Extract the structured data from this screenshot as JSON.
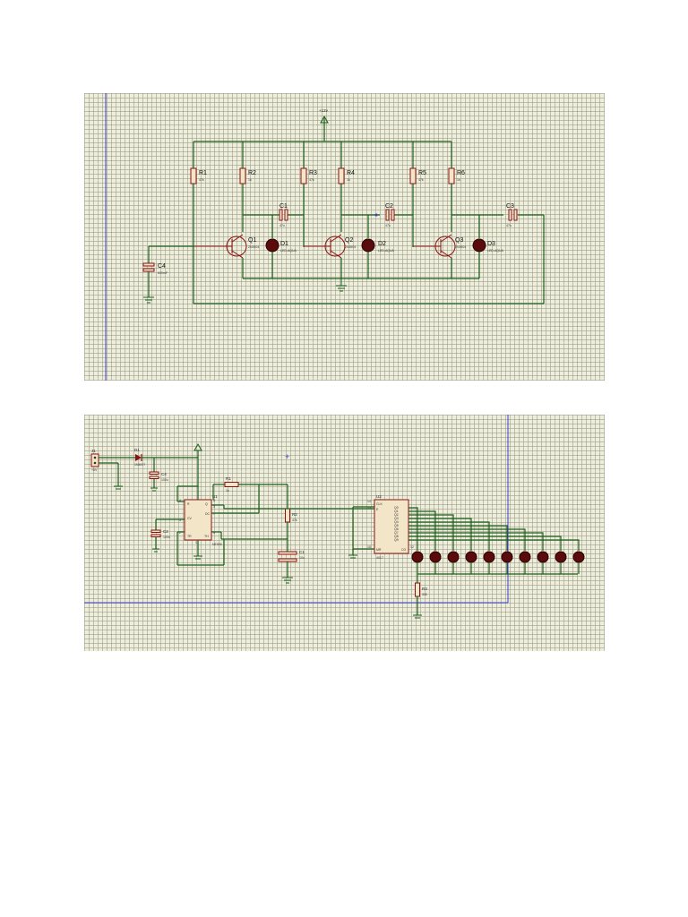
{
  "top": {
    "supply": "+12v",
    "r1": {
      "name": "R1",
      "value": "47k"
    },
    "r2": {
      "name": "R2",
      "value": "1k"
    },
    "r3": {
      "name": "R3",
      "value": "47k"
    },
    "r4": {
      "name": "R4",
      "value": "1k"
    },
    "r5": {
      "name": "R5",
      "value": "47k"
    },
    "r6": {
      "name": "R6",
      "value": "1k"
    },
    "c1": {
      "name": "C1",
      "value": "47u"
    },
    "c2": {
      "name": "C2",
      "value": "47u"
    },
    "c3": {
      "name": "C3",
      "value": "47u"
    },
    "c4": {
      "name": "C4",
      "value": "600mF"
    },
    "q1": {
      "name": "Q1",
      "part": "2N3904"
    },
    "q2": {
      "name": "Q2",
      "part": "2N3904"
    },
    "q3": {
      "name": "Q3",
      "part": "2N3904"
    },
    "d1": {
      "name": "D1",
      "part": "LED-AQUA"
    },
    "d2": {
      "name": "D2",
      "part": "LED-AQUA"
    },
    "d3": {
      "name": "D3",
      "part": "LED-AQUA"
    }
  },
  "bottom": {
    "j1": {
      "name": "J1",
      "value": "+5V"
    },
    "d1": {
      "name": "D1",
      "value": "1N4007"
    },
    "c4": {
      "name": "C4",
      "value": "100u"
    },
    "c2": {
      "name": "C2",
      "value": "100n"
    },
    "r1": {
      "name": "R1",
      "value": "1k"
    },
    "r2": {
      "name": "R2",
      "value": "47k"
    },
    "c1": {
      "name": "C1",
      "value": "10u"
    },
    "r3": {
      "name": "R3",
      "value": "330"
    },
    "u1": {
      "name": "U1",
      "part": "NE555",
      "pins": {
        "r": "R",
        "q": "Q",
        "dc": "DC",
        "cv": "CV",
        "th": "TH",
        "tr": "TR"
      },
      "pin_numbers": {
        "p4": "4",
        "p8": "8",
        "p3": "3",
        "p7": "7",
        "p5": "5",
        "p6": "6",
        "p2": "2",
        "p1": "1"
      }
    },
    "u2": {
      "name": "U2",
      "part": "4017",
      "pins": {
        "clk": "CLK",
        "e": "E",
        "mr": "MR",
        "co": "CO"
      },
      "outputs": [
        "Q0",
        "Q1",
        "Q2",
        "Q3",
        "Q4",
        "Q5",
        "Q6",
        "Q7",
        "Q8",
        "Q9"
      ],
      "pin_numbers": {
        "clk": "14",
        "e": "13",
        "mr": "15",
        "co": "12"
      }
    }
  }
}
